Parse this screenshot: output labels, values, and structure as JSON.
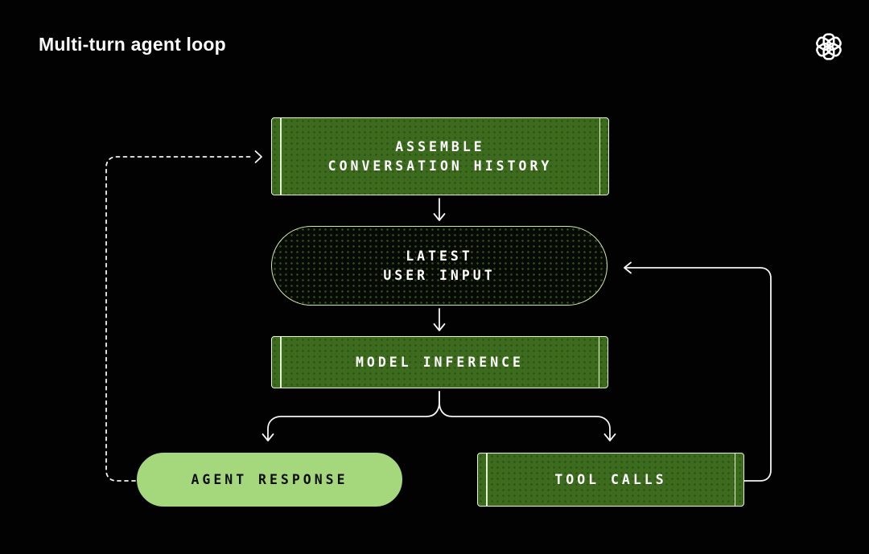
{
  "title": "Multi-turn agent loop",
  "logo": {
    "name": "openai-logo"
  },
  "colors": {
    "background": "#020202",
    "box_green": "#3c6b1e",
    "box_dot": "#2f5417",
    "box_border": "#e4f2d0",
    "dark_pill_bg": "#070a04",
    "dark_pill_dot": "#2c4a14",
    "dark_pill_border": "#cfe9ab",
    "light_pill": "#a5d87d",
    "arrow": "#f5f5f5",
    "title_text": "#fafafa",
    "label_light": "#ffffff",
    "label_dark": "#0d0d0d"
  },
  "nodes": {
    "assemble": {
      "type": "process-box",
      "lines": [
        "ASSEMBLE",
        "CONVERSATION HISTORY"
      ]
    },
    "latest": {
      "type": "dark-pill",
      "lines": [
        "LATEST",
        "USER INPUT"
      ]
    },
    "model": {
      "type": "process-box",
      "lines": [
        "MODEL INFERENCE"
      ]
    },
    "agent": {
      "type": "light-pill",
      "lines": [
        "AGENT RESPONSE"
      ]
    },
    "tool": {
      "type": "process-box",
      "lines": [
        "TOOL CALLS"
      ]
    }
  },
  "edges": [
    {
      "from": "assemble",
      "to": "latest",
      "style": "solid"
    },
    {
      "from": "latest",
      "to": "model",
      "style": "solid"
    },
    {
      "from": "model",
      "to": "agent",
      "style": "solid"
    },
    {
      "from": "model",
      "to": "tool",
      "style": "solid"
    },
    {
      "from": "tool",
      "to": "latest",
      "style": "solid"
    },
    {
      "from": "agent",
      "to": "assemble",
      "style": "dashed"
    }
  ]
}
